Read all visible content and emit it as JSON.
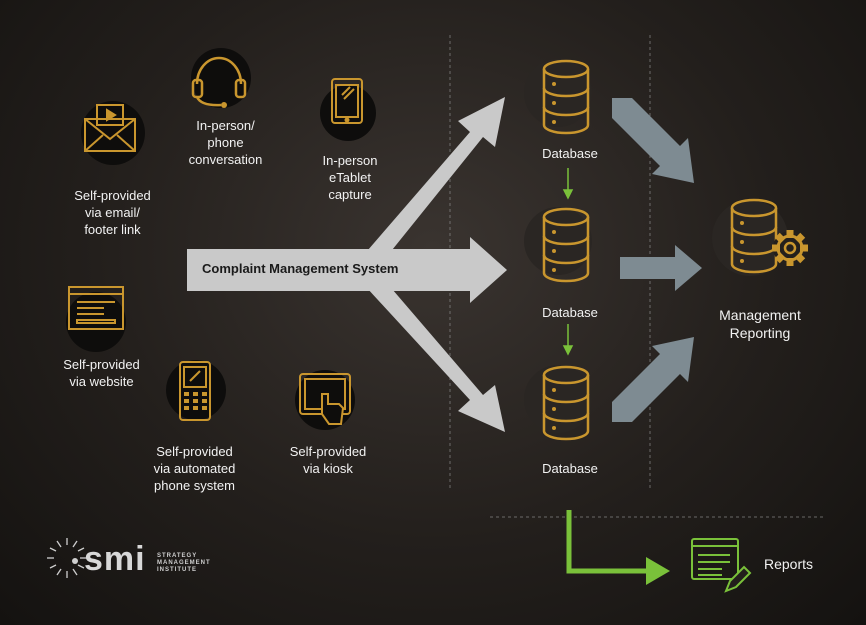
{
  "channels": [
    {
      "id": "email",
      "label": "Self-provided\nvia email/\nfooter link",
      "icon": "envelope-icon"
    },
    {
      "id": "phone",
      "label": "In-person/\nphone\nconversation",
      "icon": "headset-icon"
    },
    {
      "id": "etablet",
      "label": "In-person\neTablet\ncapture",
      "icon": "tablet-icon"
    },
    {
      "id": "website",
      "label": "Self-provided\nvia website",
      "icon": "browser-window-icon"
    },
    {
      "id": "automated",
      "label": "Self-provided\nvia automated\nphone system",
      "icon": "keypad-phone-icon"
    },
    {
      "id": "kiosk",
      "label": "Self-provided\nvia kiosk",
      "icon": "touch-kiosk-icon"
    }
  ],
  "cms": {
    "label": "Complaint Management System"
  },
  "databases": [
    {
      "label": "Database",
      "icon": "database-icon"
    },
    {
      "label": "Database",
      "icon": "database-icon"
    },
    {
      "label": "Database",
      "icon": "database-icon"
    }
  ],
  "management": {
    "label": "Management\nReporting",
    "icon": "database-gear-icon"
  },
  "reports": {
    "label": "Reports",
    "icon": "report-edit-icon"
  },
  "logo": {
    "text": "smi",
    "subtext": "STRATEGY\nMANAGEMENT\nINSTITUTE"
  },
  "colors": {
    "gold": "#c9962e",
    "green": "#7ac13a",
    "arrow_light": "#c9c9c9",
    "arrow_dark": "#7e8b92",
    "background": "#231f1c"
  }
}
